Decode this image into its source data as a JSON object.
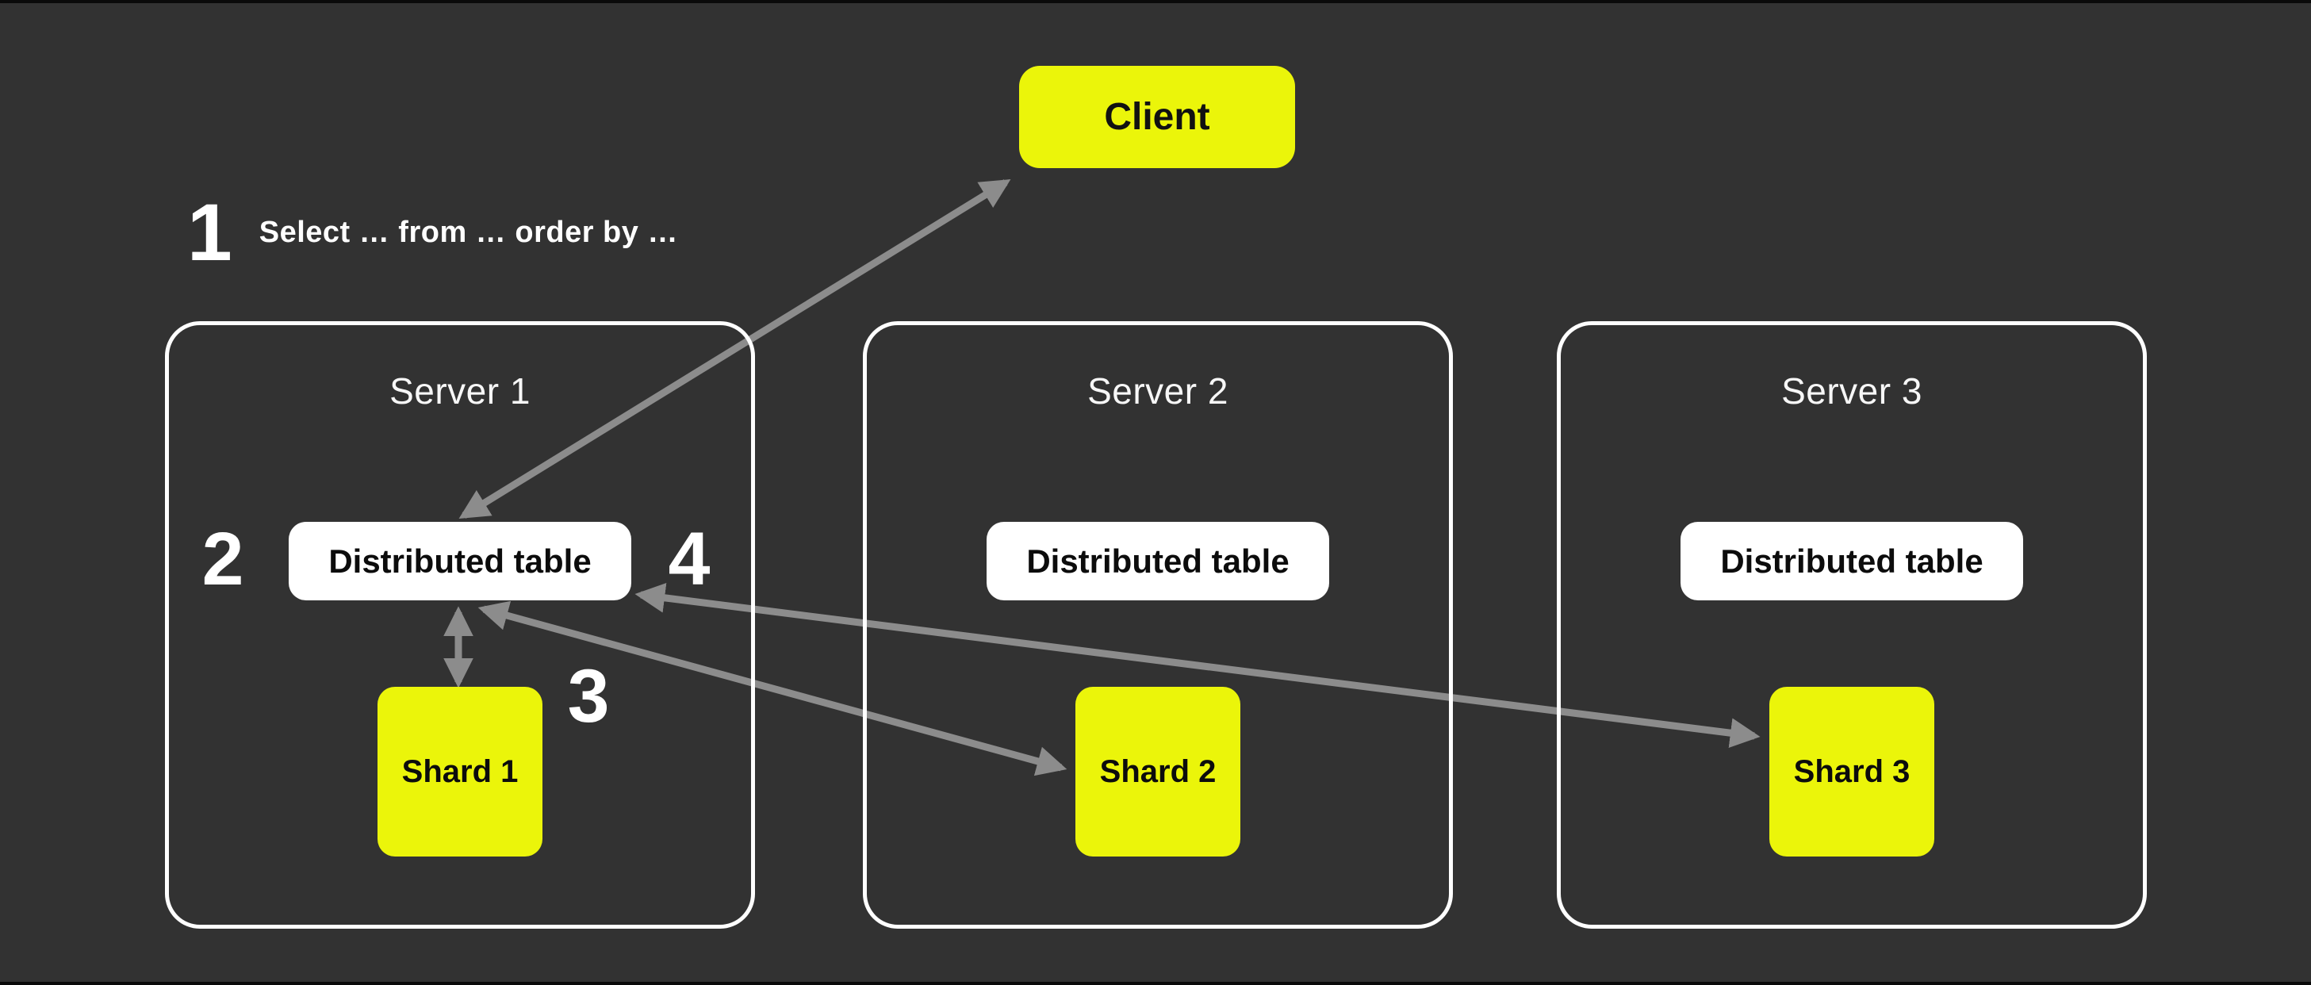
{
  "diagram": {
    "title_context": "Distributed query execution over sharded servers",
    "client": {
      "label": "Client"
    },
    "step1": {
      "number": "1",
      "query": "Select … from … order by …"
    },
    "step_numbers": {
      "step2": "2",
      "step3": "3",
      "step4": "4"
    },
    "servers": [
      {
        "title": "Server 1",
        "table_label": "Distributed table",
        "shard_label": "Shard 1"
      },
      {
        "title": "Server 2",
        "table_label": "Distributed table",
        "shard_label": "Shard 2"
      },
      {
        "title": "Server 3",
        "table_label": "Distributed table",
        "shard_label": "Shard 3"
      }
    ],
    "arrows": [
      {
        "name": "client-to-distributed-table-1",
        "from": "Server 1 distributed table",
        "to": "Client",
        "bidirectional": true
      },
      {
        "name": "distributed-table-1-to-shard-1",
        "from": "Server 1 distributed table",
        "to": "Shard 1",
        "bidirectional": true
      },
      {
        "name": "distributed-table-1-to-shard-2",
        "from": "Server 1 distributed table",
        "to": "Shard 2",
        "bidirectional": true
      },
      {
        "name": "distributed-table-1-to-shard-3",
        "from": "Server 1 distributed table",
        "to": "Shard 3",
        "bidirectional": true
      }
    ],
    "colors": {
      "background": "#323232",
      "accent_yellow": "#EBF50A",
      "box_white": "#FFFFFF",
      "arrow_gray": "#8C8C8C",
      "text_white": "#FFFFFF",
      "text_black": "#111111"
    }
  }
}
